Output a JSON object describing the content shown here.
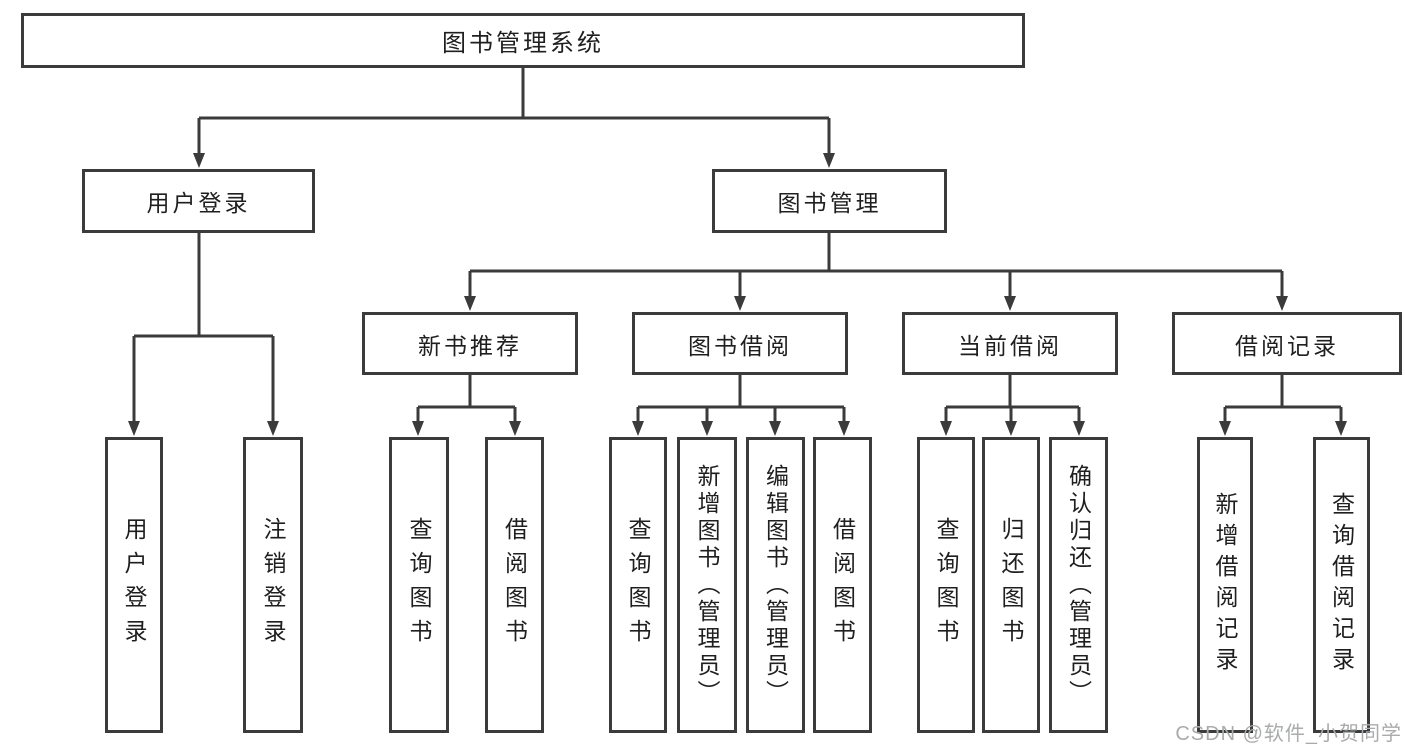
{
  "root": {
    "label": "图书管理系统"
  },
  "level2": [
    {
      "label": "用户登录",
      "children": [
        {
          "label": "用户登录"
        },
        {
          "label": "注销登录"
        }
      ]
    },
    {
      "label": "图书管理",
      "children": [
        {
          "label": "新书推荐",
          "children": [
            {
              "label": "查询图书"
            },
            {
              "label": "借阅图书"
            }
          ]
        },
        {
          "label": "图书借阅",
          "children": [
            {
              "label": "查询图书"
            },
            {
              "label": "新增图书（管理员）"
            },
            {
              "label": "编辑图书（管理员）"
            },
            {
              "label": "借阅图书"
            }
          ]
        },
        {
          "label": "当前借阅",
          "children": [
            {
              "label": "查询图书"
            },
            {
              "label": "归还图书"
            },
            {
              "label": "确认归还（管理员）"
            }
          ]
        },
        {
          "label": "借阅记录",
          "children": [
            {
              "label": "新增借阅记录"
            },
            {
              "label": "查询借阅记录"
            }
          ]
        }
      ]
    }
  ],
  "watermark": "CSDN @软件_小贺同学",
  "colors": {
    "line": "#3b3b3b",
    "text": "#1f1f1f",
    "box_background": "#ffffff",
    "watermark": "#a9abac",
    "background": "#ffffff"
  }
}
